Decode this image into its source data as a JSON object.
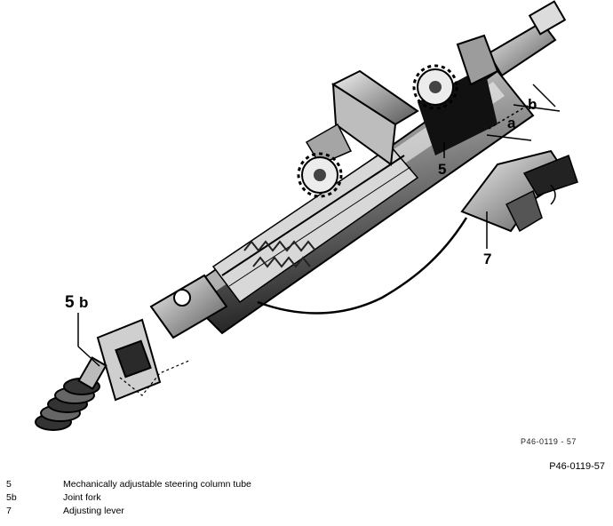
{
  "figure": {
    "callouts": {
      "c5": "5",
      "c5b_num": "5",
      "c5b_letter": "b",
      "c7": "7",
      "ca": "a",
      "cb": "b"
    },
    "image_code": "P46-0119 - 57",
    "reference": "P46-0119-57"
  },
  "legend": [
    {
      "key": "5",
      "description": "Mechanically adjustable steering column tube"
    },
    {
      "key": "5b",
      "description": "Joint fork"
    },
    {
      "key": "7",
      "description": "Adjusting lever"
    }
  ],
  "colors": {
    "ink": "#000000",
    "paper": "#ffffff",
    "metal": "#9a9a9a",
    "shadow": "#1a1a1a"
  }
}
